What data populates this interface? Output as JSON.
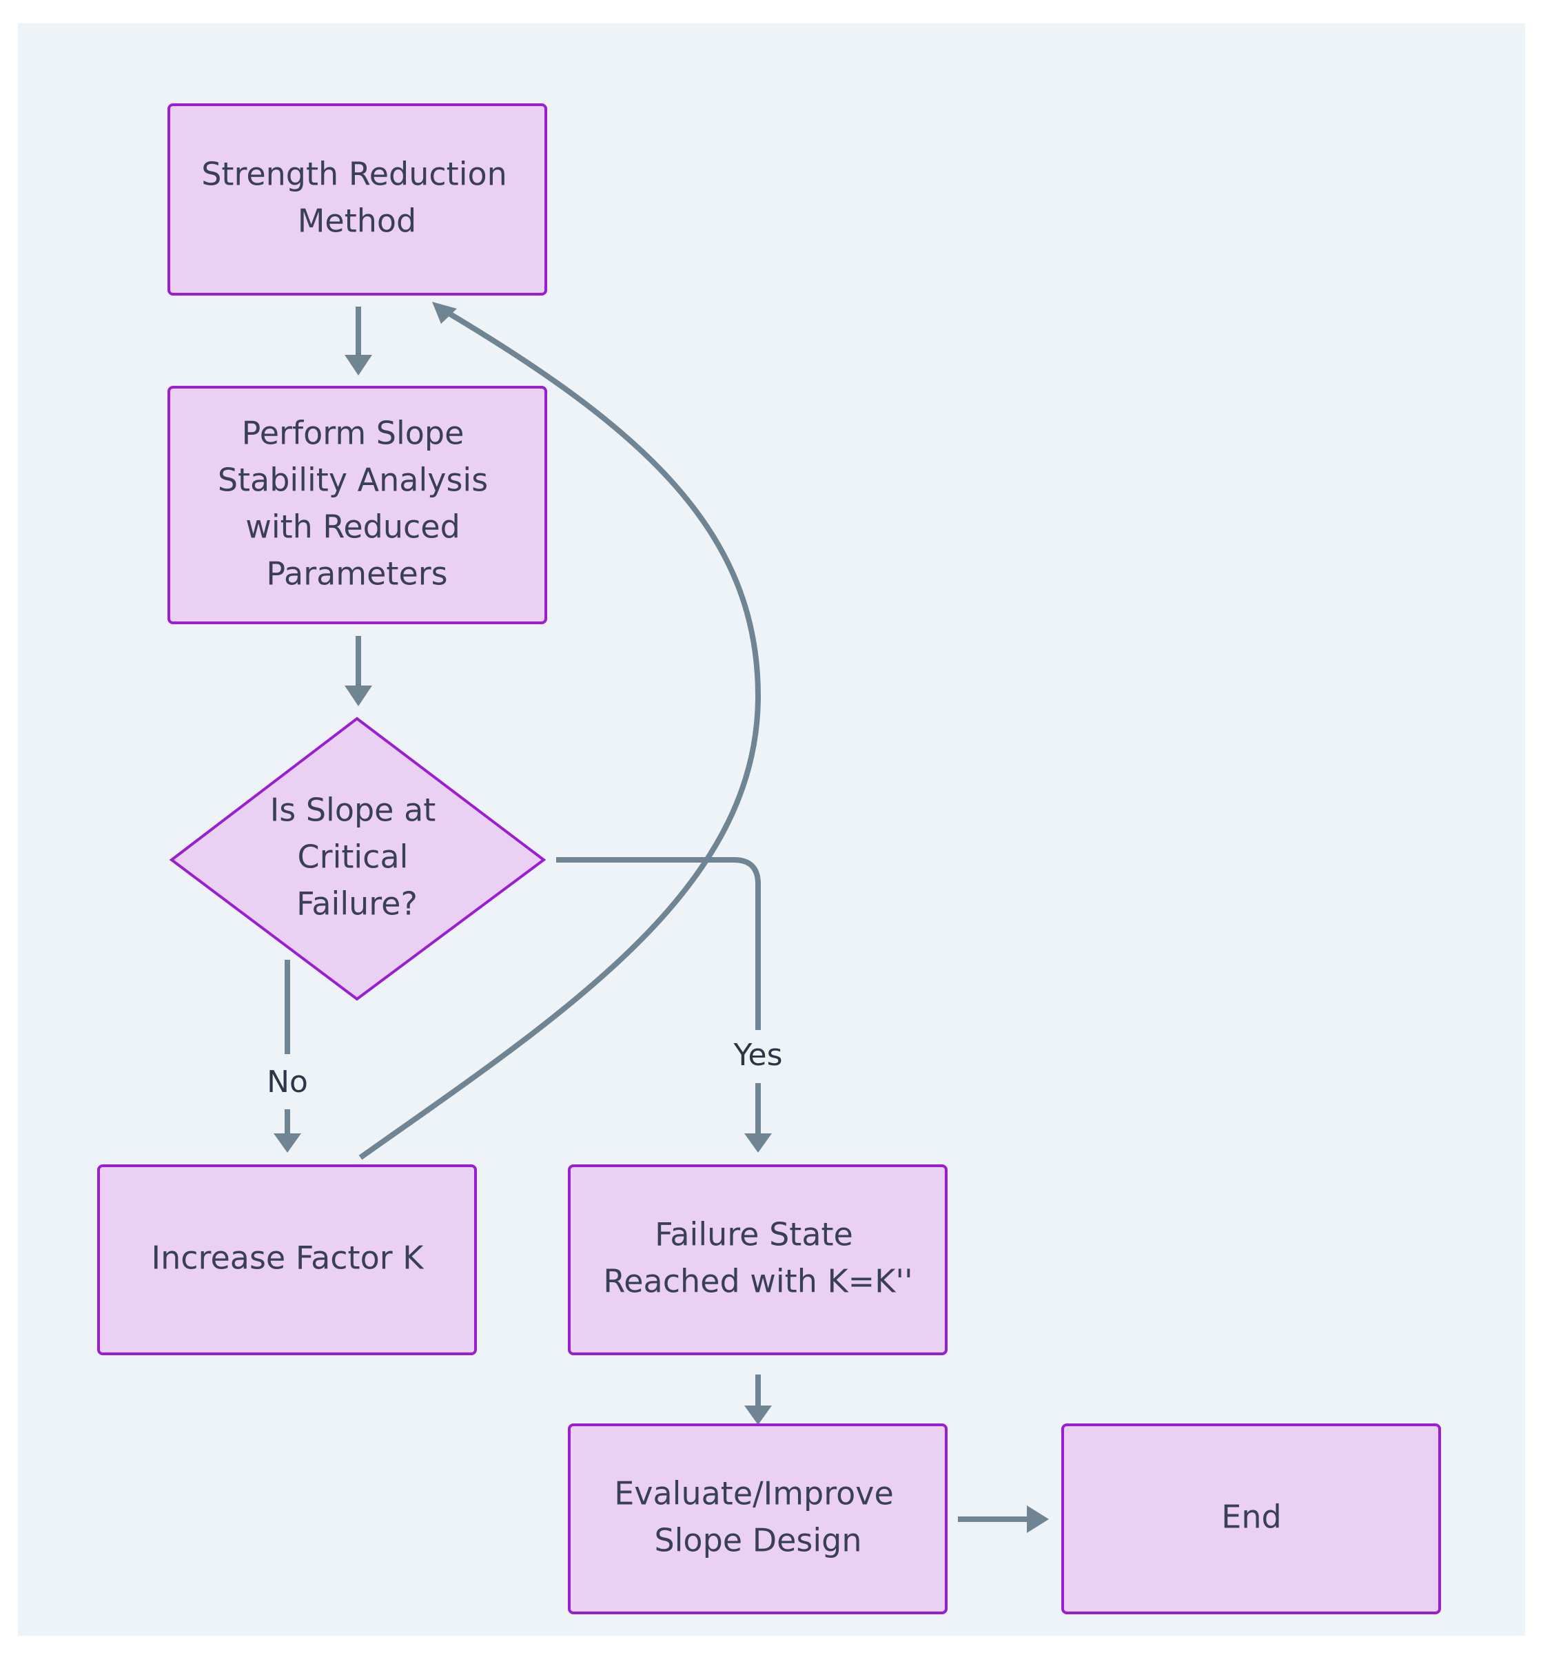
{
  "diagram": {
    "background_color": "#eef3f7",
    "node_fill": "#ead0f3",
    "node_stroke": "#9a1ed2",
    "edge_color": "#6f8593",
    "nodes": {
      "strength_reduction": {
        "lines": [
          "Strength Reduction",
          "Method"
        ]
      },
      "perform_analysis": {
        "lines": [
          "Perform Slope",
          "Stability Analysis",
          "with Reduced",
          "Parameters"
        ]
      },
      "decision": {
        "lines": [
          "Is Slope at",
          "Critical",
          "Failure?"
        ]
      },
      "increase_k": {
        "lines": [
          "Increase Factor K"
        ]
      },
      "failure_state": {
        "lines": [
          "Failure State",
          "Reached with K=K''"
        ]
      },
      "evaluate": {
        "lines": [
          "Evaluate/Improve",
          "Slope Design"
        ]
      },
      "end": {
        "lines": [
          "End"
        ]
      }
    },
    "edge_labels": {
      "no": "No",
      "yes": "Yes"
    }
  }
}
